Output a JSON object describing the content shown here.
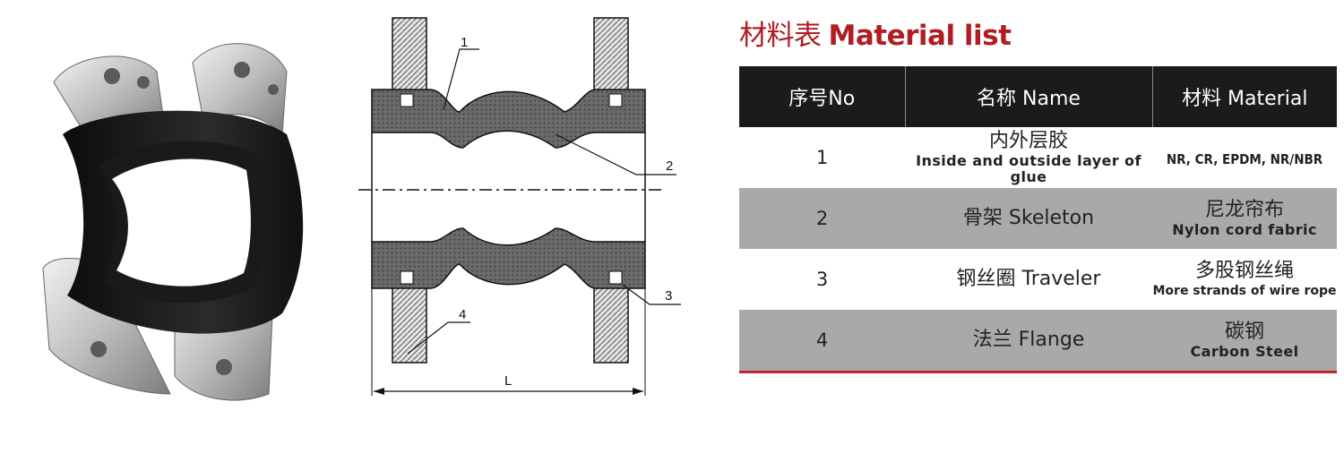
{
  "title_cn": "材料表",
  "title_en": "Material list",
  "table": {
    "headers": [
      "序号No",
      "名称 Name",
      "材料 Material"
    ],
    "rows": [
      {
        "no": "1",
        "name_cn": "内外层胶",
        "name_en": "Inside and outside layer of glue",
        "material_cn": "",
        "material_en": "NR, CR, EPDM, NR/NBR"
      },
      {
        "no": "2",
        "name_cn": "骨架 Skeleton",
        "name_en": "",
        "material_cn": "尼龙帘布",
        "material_en": "Nylon cord fabric"
      },
      {
        "no": "3",
        "name_cn": "钢丝圈 Traveler",
        "name_en": "",
        "material_cn": "多股钢丝绳",
        "material_en": "More strands of wire rope"
      },
      {
        "no": "4",
        "name_cn": "法兰 Flange",
        "name_en": "",
        "material_cn": "碳钢",
        "material_en": "Carbon Steel"
      }
    ]
  },
  "drawing": {
    "callouts": [
      "1",
      "2",
      "3",
      "4"
    ],
    "dimension_label": "L"
  },
  "colors": {
    "title": "#b01e24",
    "header_bg": "#1b1b1b",
    "stripe": "#a9a9a9",
    "accent_line": "#c0272d"
  }
}
